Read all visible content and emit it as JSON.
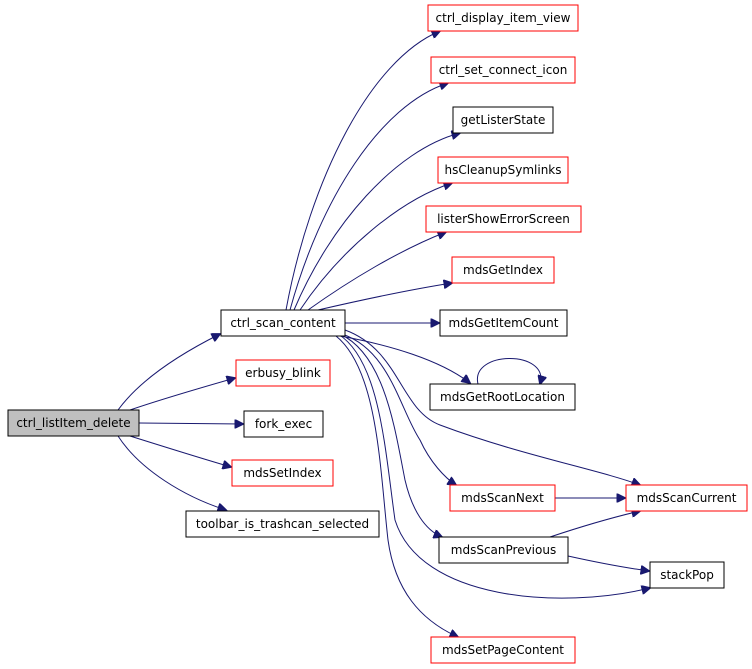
{
  "colors": {
    "edge": "#191970",
    "border_link": "#ff0000",
    "border_plain": "#000000",
    "fill_root": "#bfbfbf",
    "fill_node": "#ffffff"
  },
  "nodes": [
    {
      "id": "ctrl_listItem_delete",
      "label": "ctrl_listItem_delete",
      "style": "root"
    },
    {
      "id": "ctrl_scan_content",
      "label": "ctrl_scan_content",
      "style": "plain"
    },
    {
      "id": "erbusy_blink",
      "label": "erbusy_blink",
      "style": "link"
    },
    {
      "id": "fork_exec",
      "label": "fork_exec",
      "style": "plain"
    },
    {
      "id": "mdsSetIndex",
      "label": "mdsSetIndex",
      "style": "link"
    },
    {
      "id": "toolbar_is_trashcan_selected",
      "label": "toolbar_is_trashcan_selected",
      "style": "plain"
    },
    {
      "id": "ctrl_display_item_view",
      "label": "ctrl_display_item_view",
      "style": "link"
    },
    {
      "id": "ctrl_set_connect_icon",
      "label": "ctrl_set_connect_icon",
      "style": "link"
    },
    {
      "id": "getListerState",
      "label": "getListerState",
      "style": "plain"
    },
    {
      "id": "hsCleanupSymlinks",
      "label": "hsCleanupSymlinks",
      "style": "link"
    },
    {
      "id": "listerShowErrorScreen",
      "label": "listerShowErrorScreen",
      "style": "link"
    },
    {
      "id": "mdsGetIndex",
      "label": "mdsGetIndex",
      "style": "link"
    },
    {
      "id": "mdsGetItemCount",
      "label": "mdsGetItemCount",
      "style": "plain"
    },
    {
      "id": "mdsGetRootLocation",
      "label": "mdsGetRootLocation",
      "style": "plain"
    },
    {
      "id": "mdsScanNext",
      "label": "mdsScanNext",
      "style": "link"
    },
    {
      "id": "mdsScanCurrent",
      "label": "mdsScanCurrent",
      "style": "link"
    },
    {
      "id": "mdsScanPrevious",
      "label": "mdsScanPrevious",
      "style": "plain"
    },
    {
      "id": "stackPop",
      "label": "stackPop",
      "style": "plain"
    },
    {
      "id": "mdsSetPageContent",
      "label": "mdsSetPageContent",
      "style": "link"
    }
  ],
  "edges": [
    {
      "from": "ctrl_listItem_delete",
      "to": "ctrl_scan_content"
    },
    {
      "from": "ctrl_listItem_delete",
      "to": "erbusy_blink"
    },
    {
      "from": "ctrl_listItem_delete",
      "to": "fork_exec"
    },
    {
      "from": "ctrl_listItem_delete",
      "to": "mdsSetIndex"
    },
    {
      "from": "ctrl_listItem_delete",
      "to": "toolbar_is_trashcan_selected"
    },
    {
      "from": "ctrl_scan_content",
      "to": "ctrl_display_item_view"
    },
    {
      "from": "ctrl_scan_content",
      "to": "ctrl_set_connect_icon"
    },
    {
      "from": "ctrl_scan_content",
      "to": "getListerState"
    },
    {
      "from": "ctrl_scan_content",
      "to": "hsCleanupSymlinks"
    },
    {
      "from": "ctrl_scan_content",
      "to": "listerShowErrorScreen"
    },
    {
      "from": "ctrl_scan_content",
      "to": "mdsGetIndex"
    },
    {
      "from": "ctrl_scan_content",
      "to": "mdsGetItemCount"
    },
    {
      "from": "ctrl_scan_content",
      "to": "mdsGetRootLocation"
    },
    {
      "from": "ctrl_scan_content",
      "to": "mdsScanCurrent"
    },
    {
      "from": "ctrl_scan_content",
      "to": "mdsScanNext"
    },
    {
      "from": "ctrl_scan_content",
      "to": "mdsScanPrevious"
    },
    {
      "from": "ctrl_scan_content",
      "to": "stackPop"
    },
    {
      "from": "ctrl_scan_content",
      "to": "mdsSetPageContent"
    },
    {
      "from": "mdsGetRootLocation",
      "to": "mdsGetRootLocation"
    },
    {
      "from": "mdsScanNext",
      "to": "mdsScanCurrent"
    },
    {
      "from": "mdsScanPrevious",
      "to": "mdsScanCurrent"
    },
    {
      "from": "mdsScanPrevious",
      "to": "stackPop"
    }
  ]
}
